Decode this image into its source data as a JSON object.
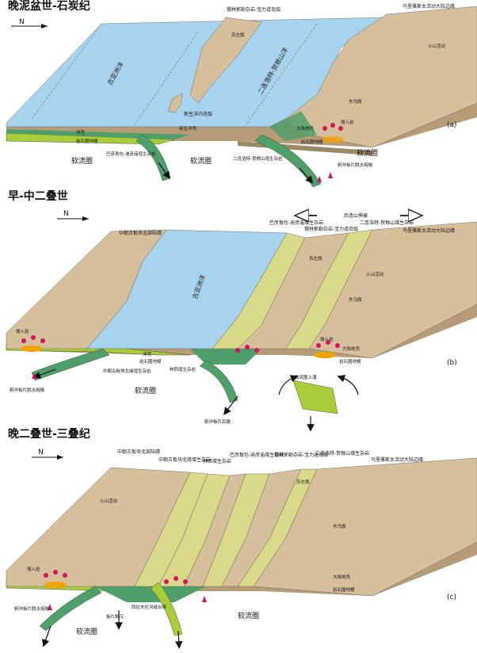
{
  "colors": {
    "land_top": "#d6bf9b",
    "land_side": "#b59c77",
    "ocean": "#a8d3ee",
    "ocean_side": "#83bce0",
    "yellow_belt": "#d9d98a",
    "green_crust": "#4f9f6b",
    "lime": "#a8cc3a",
    "mantle": "#9b8a63",
    "magma": "#d4135e",
    "orange": "#f1a400"
  },
  "panel_a": {
    "title": "晚泥盆世-石炭纪",
    "north": "N",
    "label": "(a)",
    "ocean": "古亚洲洋",
    "arc_belt": "二连浩特-贺根山洋",
    "island_arc": "锡林郭勒杂岩-宝力道岛弧",
    "inner_arc": "新生洋内岛弧",
    "young_ocean": "新生洋壳",
    "volcano": "苏左旗",
    "east_margin": "乌里雅斯太活动大陆边缘",
    "volcano2": "火山活动",
    "city": "东乌旗",
    "intrusive": "侵入岩",
    "continental_crust": "大陆地壳",
    "mantle_lith": "岩石圈地幔",
    "asthenosphere_left": "软流圈",
    "asthenosphere_mid": "软流圈",
    "asthenosphere_right": "软流圈",
    "crust_left": "洋壳",
    "lith_left": "岩石圈地幔",
    "accretion_left": "巴彦敖包-迪彦庙增生杂岩",
    "accretion_right": "二连浩特-贺根山增生杂岩",
    "slab_melt": "俯冲板片脱水熔融"
  },
  "panel_b": {
    "title": "早-中二叠世",
    "north": "N",
    "label": "(b)",
    "extension": "后造山伸展",
    "north_margin": "中朝古板块北部陆缘",
    "accretion1": "巴彦敖包-迪彦庙增生杂岩",
    "arc": "锡林郭勒杂岩-宝力道岛弧",
    "accretion2": "二连浩特-贺根山增生杂岩",
    "east_margin": "乌里雅斯太活动大陆边缘",
    "ocean": "古亚洲洋",
    "volcano": "苏左旗",
    "volcano2": "火山活动",
    "city": "东乌旗",
    "intrusive": "侵入岩",
    "intrusive2": "侵入岩",
    "continental_crust": "大陆地壳",
    "crust": "洋壳",
    "mantle_lith": "岩石圈地幔",
    "mantle_lith2": "岩石圈地幔",
    "accretion_south": "中朝古板块北缘增生杂岩",
    "linxi": "林西增生杂岩",
    "asthenosphere": "软流圈",
    "upwelling": "软流圈上涌",
    "slab_melt": "俯冲板片脱水熔融",
    "slab_rollback": "俯冲板片后撤"
  },
  "panel_c": {
    "title": "晚二叠世-三叠纪",
    "north": "N",
    "label": "(c)",
    "north_margin": "中朝古板块北部陆缘",
    "accretion_south": "中朝古板块北缘增生杂岩",
    "linxi": "林西增生杂岩",
    "accretion1": "巴彦敖包-迪彦庙增生杂岩",
    "arc": "锡林郭勒杂岩-宝力道岛弧",
    "accretion2": "二连浩特-贺根山增生杂岩",
    "east_margin": "乌里雅斯太活动大陆边缘",
    "volcano": "苏左旗",
    "volcano2": "火山活动",
    "city": "东乌旗",
    "intrusive": "侵入岩",
    "continental_crust": "大陆地壳",
    "mantle_lith": "岩石圈地幔",
    "slab_melt": "俯冲板片脱水熔融",
    "slab_break": "板片断沉",
    "suture": "西拉木伦河缝合带",
    "asthenosphere_left": "软流圈",
    "asthenosphere_right": "软流圈"
  }
}
